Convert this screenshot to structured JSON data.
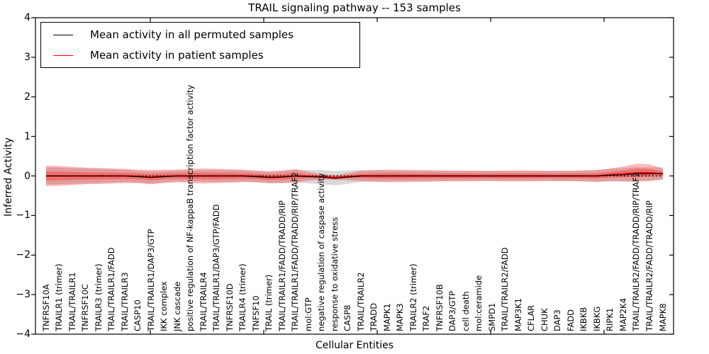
{
  "title": "TRAIL signaling pathway -- 153 samples",
  "legend": {
    "items": [
      {
        "label": "Mean activity in all permuted samples",
        "color": "#000000"
      },
      {
        "label": "Mean activity in patient samples",
        "color": "#ff0000"
      }
    ]
  },
  "chart_data": {
    "type": "line",
    "title": "TRAIL signaling pathway -- 153 samples",
    "xlabel": "Cellular Entities",
    "ylabel": "Inferred Activity",
    "ylim": [
      -4,
      4
    ],
    "yticks": [
      4,
      3,
      2,
      1,
      0,
      -1,
      -2,
      -3,
      -4
    ],
    "grid": false,
    "legend_position": "upper left",
    "zero_line": "black dotted at y=0",
    "band_colors": {
      "permuted": "rgba(128,128,128,0.30)",
      "patient": "rgba(255,0,0,0.28)"
    },
    "categories": [
      "TNFRSF10A",
      "TRAILR1 (trimer)",
      "TRAIL/TRAILR1",
      "TNFRSF10C",
      "TRAILR3 (trimer)",
      "TRAIL/TRAILR1/FADD",
      "TRAIL/TRAILR3",
      "CASP10",
      "TRAIL/TRAILR1/DAP3/GTP",
      "IKK complex",
      "JNK cascade",
      "positive regulation of NF-kappaB transcription factor activity",
      "TRAIL/TRAILR4",
      "TRAIL/TRAILR1/DAP3/GTP/FADD",
      "TNFRSF10D",
      "TRAILR4 (trimer)",
      "TNFSF10",
      "TRAIL (trimer)",
      "TRAIL/TRAILR1/FADD/TRADD/RIP",
      "TRAIL/TRAILR1/FADD/TRADD/RIP/TRAF2",
      "mol:GTP",
      "negative regulation of caspase activity",
      "response to oxidative stress",
      "CASP8",
      "TRAIL/TRAILR2",
      "TRADD",
      "MAPK1",
      "MAPK3",
      "TRAILR2 (trimer)",
      "TRAF2",
      "TNFRSF10B",
      "DAP3/GTP",
      "cell death",
      "mol:ceramide",
      "SMPD1",
      "TRAIL/TRAILR2/FADD",
      "MAP3K1",
      "CFLAR",
      "CHUK",
      "DAP3",
      "FADD",
      "IKBKB",
      "IKBKG",
      "RIPK1",
      "MAP2K4",
      "TRAIL/TRAILR2/FADD/TRADD/RIP/TRAF2",
      "TRAIL/TRAILR2/FADD/TRADD/RIP",
      "MAPK8"
    ],
    "series": [
      {
        "name": "Mean activity in all permuted samples",
        "color": "#000000",
        "values": [
          0,
          0,
          0,
          0,
          0,
          0,
          0,
          -0.02,
          -0.04,
          -0.02,
          0,
          0,
          0,
          0,
          0,
          0,
          -0.02,
          -0.04,
          -0.03,
          0,
          -0.02,
          -0.03,
          -0.06,
          -0.03,
          0,
          0,
          0,
          0,
          0,
          0,
          0,
          0,
          0,
          0,
          0,
          0,
          0,
          0,
          0,
          0,
          0,
          0,
          0,
          0.02,
          0.03,
          0.05,
          0.05,
          0.06
        ],
        "std": [
          0.22,
          0.21,
          0.2,
          0.19,
          0.18,
          0.17,
          0.16,
          0.15,
          0.15,
          0.14,
          0.14,
          0.14,
          0.15,
          0.15,
          0.15,
          0.14,
          0.14,
          0.14,
          0.15,
          0.16,
          0.17,
          0.18,
          0.18,
          0.17,
          0.15,
          0.14,
          0.14,
          0.13,
          0.13,
          0.13,
          0.13,
          0.12,
          0.12,
          0.12,
          0.12,
          0.12,
          0.12,
          0.12,
          0.12,
          0.13,
          0.13,
          0.14,
          0.15,
          0.16,
          0.17,
          0.17,
          0.17,
          0.16
        ]
      },
      {
        "name": "Mean activity in patient samples",
        "color": "#ff0000",
        "values": [
          0,
          0,
          0,
          0,
          0,
          0,
          0,
          -0.01,
          -0.03,
          -0.01,
          0,
          0,
          0,
          0,
          0,
          0,
          -0.01,
          -0.03,
          -0.02,
          0,
          -0.01,
          -0.02,
          -0.04,
          -0.02,
          0,
          0,
          0,
          0,
          0,
          0,
          0,
          0,
          0,
          0,
          0,
          0,
          0,
          0,
          0,
          0,
          0,
          0,
          0,
          0.03,
          0.05,
          0.08,
          0.08,
          0.05
        ],
        "std": [
          0.26,
          0.25,
          0.23,
          0.21,
          0.2,
          0.19,
          0.18,
          0.17,
          0.18,
          0.17,
          0.16,
          0.18,
          0.19,
          0.18,
          0.17,
          0.16,
          0.15,
          0.15,
          0.16,
          0.17,
          0.11,
          0.07,
          0.06,
          0.09,
          0.13,
          0.15,
          0.16,
          0.16,
          0.15,
          0.15,
          0.14,
          0.14,
          0.14,
          0.13,
          0.13,
          0.14,
          0.14,
          0.14,
          0.13,
          0.13,
          0.13,
          0.14,
          0.15,
          0.16,
          0.19,
          0.23,
          0.21,
          0.13
        ]
      }
    ]
  }
}
